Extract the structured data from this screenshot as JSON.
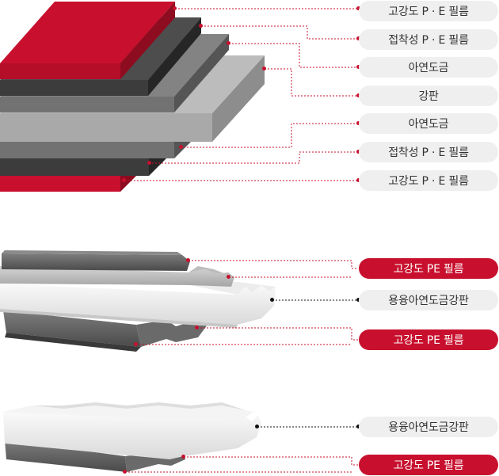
{
  "colors": {
    "red": "#c8102e",
    "dark": "#3e3e3e",
    "mid": "#727272",
    "light": "#a9a9a9",
    "pill_gray": "#efefef"
  },
  "section1": {
    "labels": [
      "고강도 P · E 필름",
      "접착성 P · E 필름",
      "아연도금",
      "강판",
      "아연도금",
      "접착성 P · E 필름",
      "고강도 P · E 필름"
    ]
  },
  "section2": {
    "labels": [
      "고강도 PE 필름",
      "용융아연도금강판",
      "고강도 PE 필름"
    ]
  },
  "section3": {
    "labels": [
      "용융아연도금강판",
      "고강도 PE 필름"
    ]
  }
}
